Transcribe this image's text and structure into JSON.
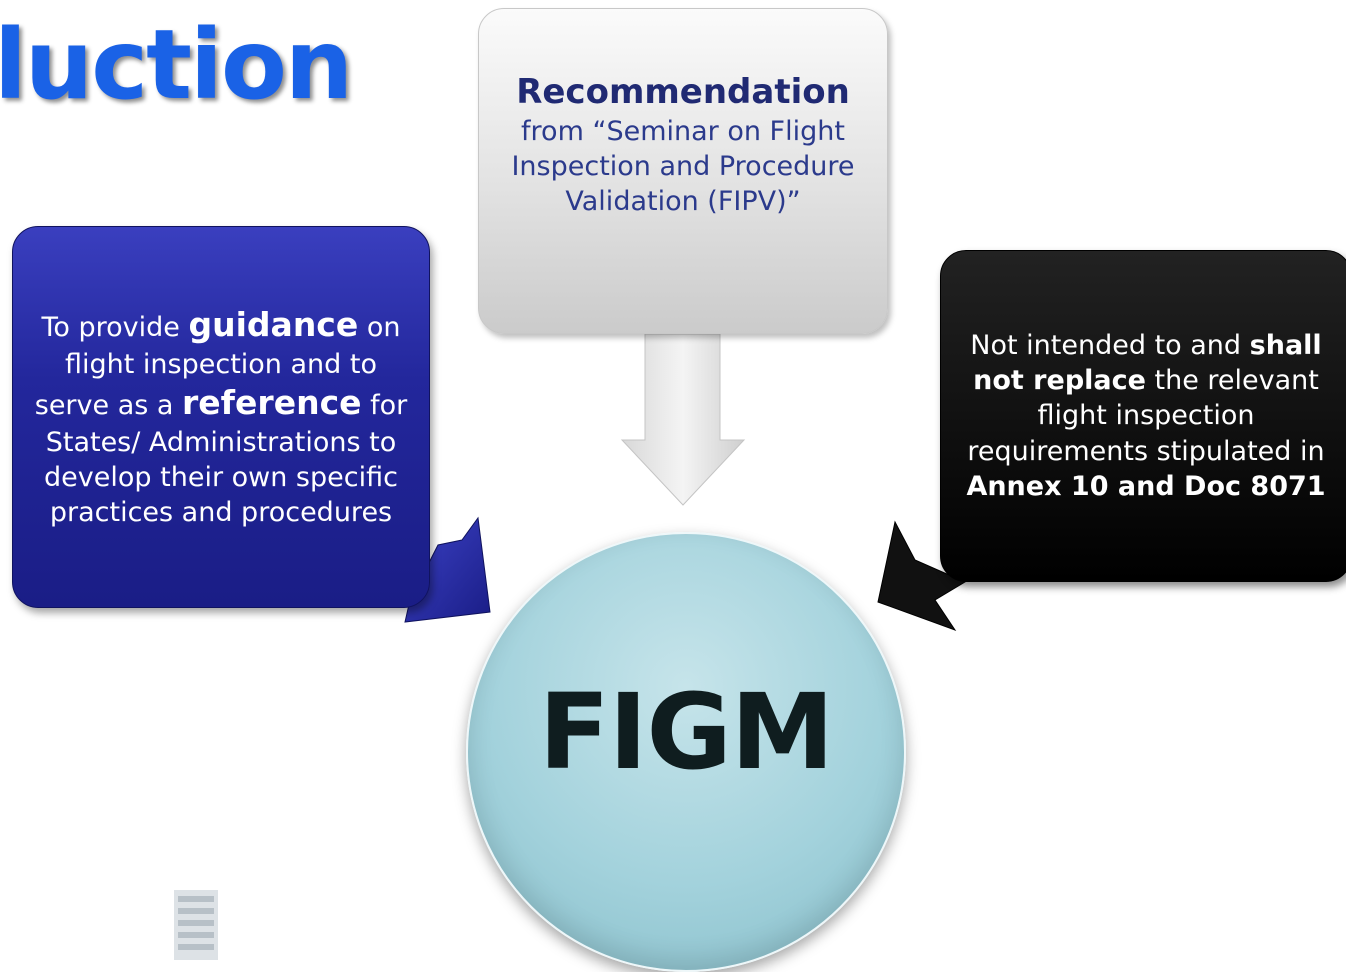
{
  "slide": {
    "title": "luction"
  },
  "diagram": {
    "top_box": {
      "heading": "Recommendation",
      "body": "from “Seminar on Flight Inspection and Procedure Validation (FIPV)”"
    },
    "left_box": {
      "part1": "To provide ",
      "bold1": "guidance",
      "part2": " on flight inspection and to serve as a ",
      "bold2": "reference",
      "part3": " for States/ Administrations to develop their own specific practices and procedures"
    },
    "right_box": {
      "part1": "Not intended to and ",
      "bold1": "shall not replace",
      "part2": " the relevant flight inspection requirements stipulated in ",
      "bold2": "Annex 10 and Doc 8071"
    },
    "center": {
      "label": "FIGM"
    }
  },
  "colors": {
    "title": "#1a62e6",
    "left_box": "#23279c",
    "right_box": "#000000",
    "top_box": "#e2e2e2",
    "circle": "#a3d2dc"
  }
}
